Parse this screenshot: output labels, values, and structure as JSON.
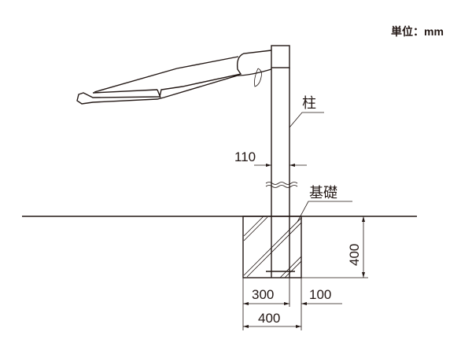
{
  "unit_label": "単位：mm",
  "labels": {
    "pole": "柱",
    "foundation": "基礎"
  },
  "dimensions": {
    "pole_width": "110",
    "foundation_depth": "400",
    "left_offset": "300",
    "right_offset": "100",
    "foundation_width": "400"
  },
  "colors": {
    "line": "#231815",
    "background": "#ffffff"
  }
}
